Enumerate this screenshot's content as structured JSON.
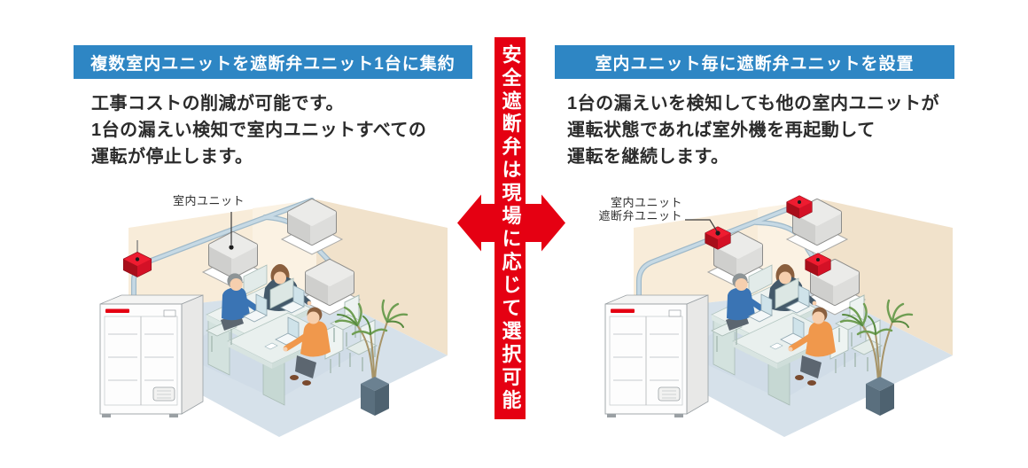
{
  "left_section": {
    "header": "複数室内ユニットを遮断弁ユニット1台に集約",
    "body_lines": [
      "工事コストの削減が可能です。",
      "1台の漏えい検知で室内ユニットすべての",
      "運転が停止します。"
    ],
    "illustration_label": "室内ユニット"
  },
  "right_section": {
    "header": "室内ユニット毎に遮断弁ユニットを設置",
    "body_lines": [
      "1台の漏えいを検知しても他の室内ユニットが",
      "運転状態であれば室外機を再起動して",
      "運転を継続します。"
    ],
    "illustration_labels": [
      "室内ユニット",
      "遮断弁ユニット"
    ]
  },
  "center_banner": {
    "text": "安全遮断弁は現場に応じて選択可能"
  },
  "colors": {
    "header_blue": "#2e86c4",
    "banner_red": "#e50012",
    "body_text": "#2b2b2b",
    "valve_red": "#d11024",
    "pipe_blue": "#a9c2d2",
    "wall_cream": "#f8ecd9",
    "wall_cream_dark": "#f1e2cb",
    "floor_blue": "#d6e1ea",
    "person_blue": "#3a74b4",
    "person_teal": "#44596a",
    "person_orange": "#f0984c"
  },
  "icons": {
    "scene_elements": [
      "outdoor-unit",
      "ceiling-cassette-indoor-unit",
      "shutoff-valve-box",
      "refrigerant-pipe",
      "office-desks-people",
      "potted-plant"
    ],
    "center_arrow": "bidirectional-arrow-icon"
  }
}
